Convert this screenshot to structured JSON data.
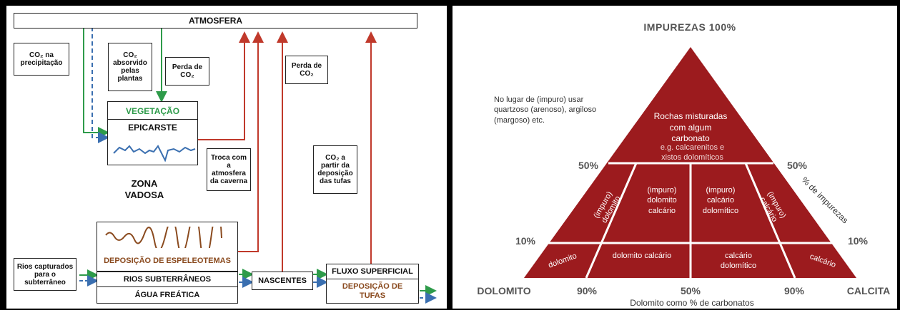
{
  "left": {
    "atmosphere": "ATMOSFERA",
    "co2_precip": "CO₂ na precipitação",
    "co2_plants": "CO₂ absorvido pelas plantas",
    "co2_loss_1": "Perda de CO₂",
    "co2_loss_2": "Perda de CO₂",
    "vegetation": "VEGETAÇÃO",
    "epikarst": "EPICARSTE",
    "cave_exchange": "Troca com a atmosfera da caverna",
    "co2_tufa": "CO₂ a partir da deposição das tufas",
    "vadose_1": "ZONA",
    "vadose_2": "VADOSA",
    "speleothem": "DEPOSIÇÃO DE ESPELEOTEMAS",
    "captured_rivers": "Rios capturados para o subterrâneo",
    "underground_rivers": "RIOS SUBTERRÂNEOS",
    "groundwater": "ÁGUA FREÁTICA",
    "springs": "NASCENTES",
    "surface_flow": "FLUXO SUPERFICIAL",
    "tufa_1": "DEPOSIÇÃO DE",
    "tufa_2": "TUFAS",
    "colors": {
      "green": "#2e9b4a",
      "red": "#c0392b",
      "blue": "#3a6fb0",
      "brown": "#8a4a1e"
    }
  },
  "right": {
    "top_label": "IMPUREZAS 100%",
    "note": "No lugar de (impuro) usar quartzoso (arenoso), argiloso (margoso) etc.",
    "side_label": "% de impurezas",
    "top_title": "Rochas misturadas com algum carbonato",
    "top_example": "e.g. calcarenitos e xistos dolomíticos",
    "pct50_left": "50%",
    "pct50_right": "50%",
    "pct10_left": "10%",
    "pct10_right": "10%",
    "mid_left_diag": "(impuro) dolomito",
    "mid_c1": "(impuro) dolomito calcário",
    "mid_c2": "(impuro) calcário dolomítico",
    "mid_right_diag": "(impuro) calcário",
    "bot_left": "dolomito",
    "bot_c1": "dolomito calcário",
    "bot_c2": "calcário dolomítico",
    "bot_right": "calcário",
    "axis_left": "DOLOMITO",
    "axis_90a": "90%",
    "axis_50": "50%",
    "axis_90b": "90%",
    "axis_right": "CALCITA",
    "axis_title": "Dolomito como % de carbonatos",
    "colors": {
      "triangle": "#9c1b1e",
      "text_dark": "#333",
      "label_gray": "#555"
    }
  }
}
